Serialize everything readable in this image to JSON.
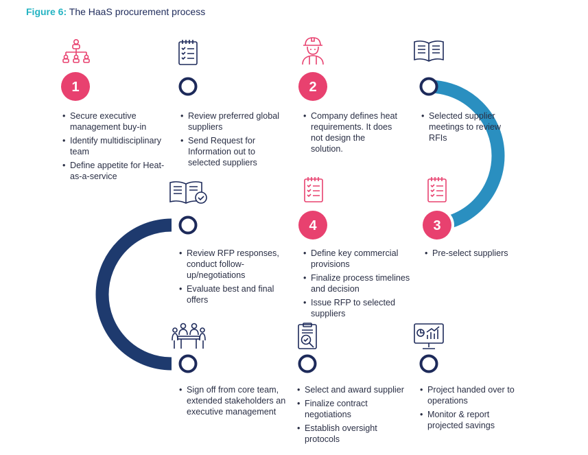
{
  "figure": {
    "label": "Figure 6:",
    "title": "The HaaS procurement process"
  },
  "colors": {
    "accent": "#e8416f",
    "title_accent": "#23b3c2",
    "track_dark": "#1e3a6e",
    "track_light": "#2a8fc0",
    "node_outline": "#1d2a5a",
    "text": "#2a2f45"
  },
  "stages": [
    {
      "number": "1",
      "icon": "org-chart-icon",
      "bullets": [
        "Secure executive management buy-in",
        "Identify multidisciplinary team",
        "Define appetite for Heat-as-a-service"
      ]
    },
    {
      "number": "",
      "icon": "checklist-icon",
      "bullets": [
        "Review preferred global suppliers",
        "Send Request for Information out to selected suppliers"
      ]
    },
    {
      "number": "2",
      "icon": "engineer-icon",
      "bullets": [
        "Company defines heat requirements. It does not design the solution."
      ]
    },
    {
      "number": "",
      "icon": "open-book-icon",
      "bullets": [
        "Selected supplier meetings to review RFIs"
      ]
    },
    {
      "number": "3",
      "icon": "checklist-icon",
      "bullets": [
        "Pre-select suppliers"
      ]
    },
    {
      "number": "4",
      "icon": "checklist-icon",
      "bullets": [
        "Define key commercial provisions",
        "Finalize process timelines and decision",
        "Issue RFP to selected suppliers"
      ]
    },
    {
      "number": "",
      "icon": "document-review-icon",
      "bullets": [
        "Review RFP responses, conduct follow-up/negotiations",
        "Evaluate best and final offers"
      ]
    },
    {
      "number": "",
      "icon": "meeting-icon",
      "bullets": [
        "Sign off from core team, extended stakeholders an executive management"
      ]
    },
    {
      "number": "",
      "icon": "contract-search-icon",
      "bullets": [
        "Select and award supplier",
        "Finalize contract negotiations",
        "Establish oversight protocols"
      ]
    },
    {
      "number": "",
      "icon": "monitor-chart-icon",
      "bullets": [
        "Project handed over to operations",
        "Monitor & report projected savings"
      ]
    }
  ]
}
